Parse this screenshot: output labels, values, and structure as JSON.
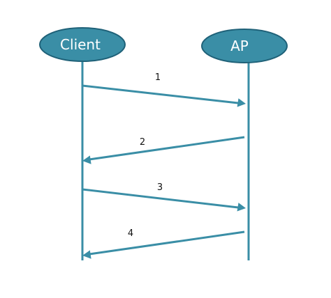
{
  "participants": [
    {
      "label": "Client"
    },
    {
      "label": "AP"
    }
  ],
  "messages": [
    {
      "label": "1",
      "from": "Client",
      "to": "AP"
    },
    {
      "label": "2",
      "from": "AP",
      "to": "Client"
    },
    {
      "label": "3",
      "from": "Client",
      "to": "AP"
    },
    {
      "label": "4",
      "from": "AP",
      "to": "Client"
    }
  ],
  "colors": {
    "accent": "#3a8ea6",
    "accent_stroke": "#1f6178",
    "node_text": "#ffffff"
  }
}
